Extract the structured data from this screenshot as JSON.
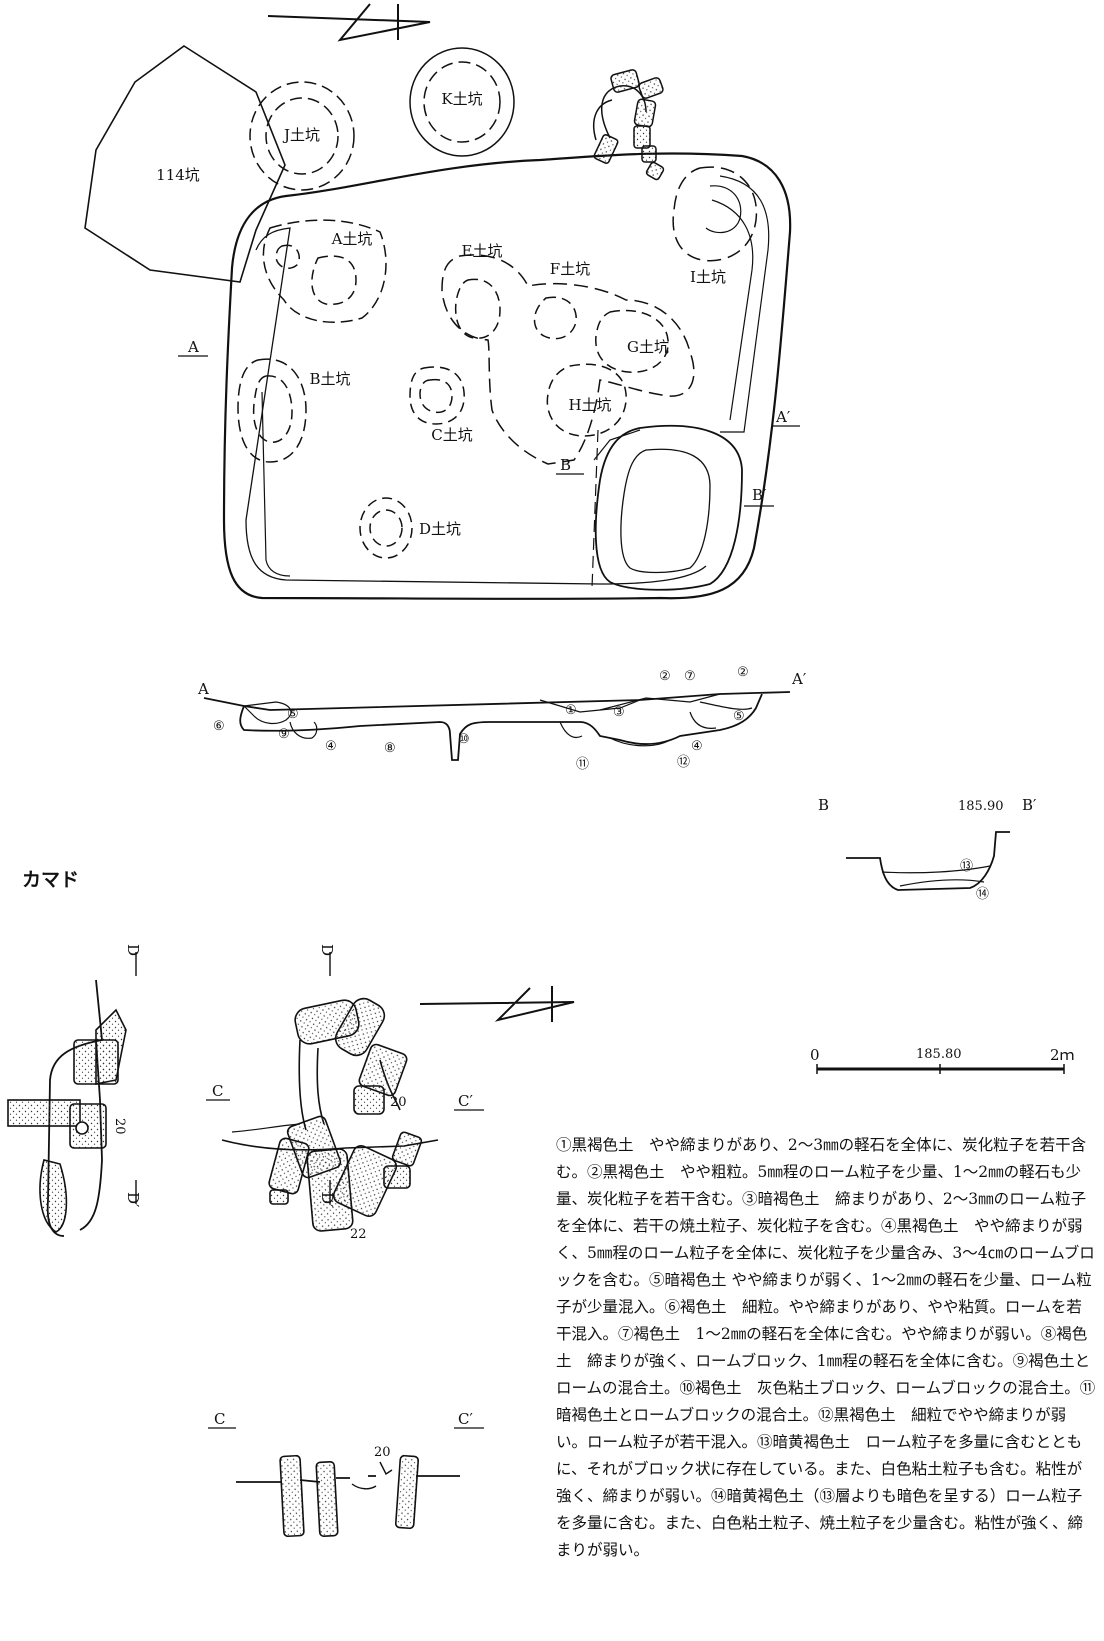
{
  "plan": {
    "pits": {
      "k": "K土坑",
      "j": "J土坑",
      "p114": "114坑",
      "a": "A土坑",
      "e": "E土坑",
      "f": "F土坑",
      "i": "I土坑",
      "g": "G土坑",
      "b": "B土坑",
      "h": "H土坑",
      "c": "C土坑",
      "d": "D土坑"
    },
    "section_marks": {
      "a": "A",
      "a_prime": "A′",
      "b": "B",
      "b_prime": "B′"
    }
  },
  "section_ab": {
    "start": "A",
    "end": "A′",
    "layers": [
      "①",
      "②",
      "②",
      "③",
      "④",
      "④",
      "⑤",
      "⑤",
      "⑥",
      "⑦",
      "⑧",
      "⑨",
      "⑩",
      "⑪",
      "⑫"
    ]
  },
  "section_bb": {
    "start": "B",
    "end": "B′",
    "elevation": "185.90",
    "layers": [
      "⑬",
      "⑭"
    ]
  },
  "kamado": {
    "title": "カマド",
    "marks": {
      "d_left_top": "D",
      "d_left_bottom": "D′",
      "d_mid_top": "D",
      "d_mid_bottom": "D′",
      "c_plan": "C",
      "c_plan_prime": "C′",
      "c_sec": "C",
      "c_sec_prime": "C′"
    },
    "artifact_numbers": {
      "n20_a": "20",
      "n20_b": "20",
      "n22": "22",
      "n20_c": "20"
    }
  },
  "scale_bar": {
    "start": "0",
    "elevation": "185.80",
    "end": "2ｍ"
  },
  "notes": [
    "①黒褐色土　やや締まりがあり、2～3㎜の軽石を全体に、炭化粒子を若干含む。",
    "②黒褐色土　やや粗粒。5㎜程のローム粒子を少量、1～2㎜の軽石も少量、炭化粒子を若干含む。",
    "③暗褐色土　締まりがあり、2～3㎜のローム粒子を全体に、若干の焼土粒子、炭化粒子を含む。",
    "④黒褐色土　やや締まりが弱く、5㎜程のローム粒子を全体に、炭化粒子を少量含み、3～4㎝のロームブロックを含む。",
    "⑤暗褐色土 やや締まりが弱く、1～2㎜の軽石を少量、ローム粒子が少量混入。",
    "⑥褐色土　細粒。やや締まりがあり、やや粘質。ロームを若干混入。",
    "⑦褐色土　1～2㎜の軽石を全体に含む。やや締まりが弱い。",
    "⑧褐色土　締まりが強く、ロームブロック、1㎜程の軽石を全体に含む。",
    "⑨褐色土とロームの混合土。",
    "⑩褐色土　灰色粘土ブロック、ロームブロックの混合土。",
    "⑪暗褐色土とロームブロックの混合土。",
    "⑫黒褐色土　細粒でやや締まりが弱い。ローム粒子が若干混入。",
    "⑬暗黄褐色土　ローム粒子を多量に含むとともに、それがブロック状に存在している。また、白色粘土粒子も含む。粘性が強く、締まりが弱い。",
    "⑭暗黄褐色土（⑬層よりも暗色を呈する）ローム粒子を多量に含む。また、白色粘土粒子、焼土粒子を少量含む。粘性が強く、締まりが弱い。"
  ]
}
